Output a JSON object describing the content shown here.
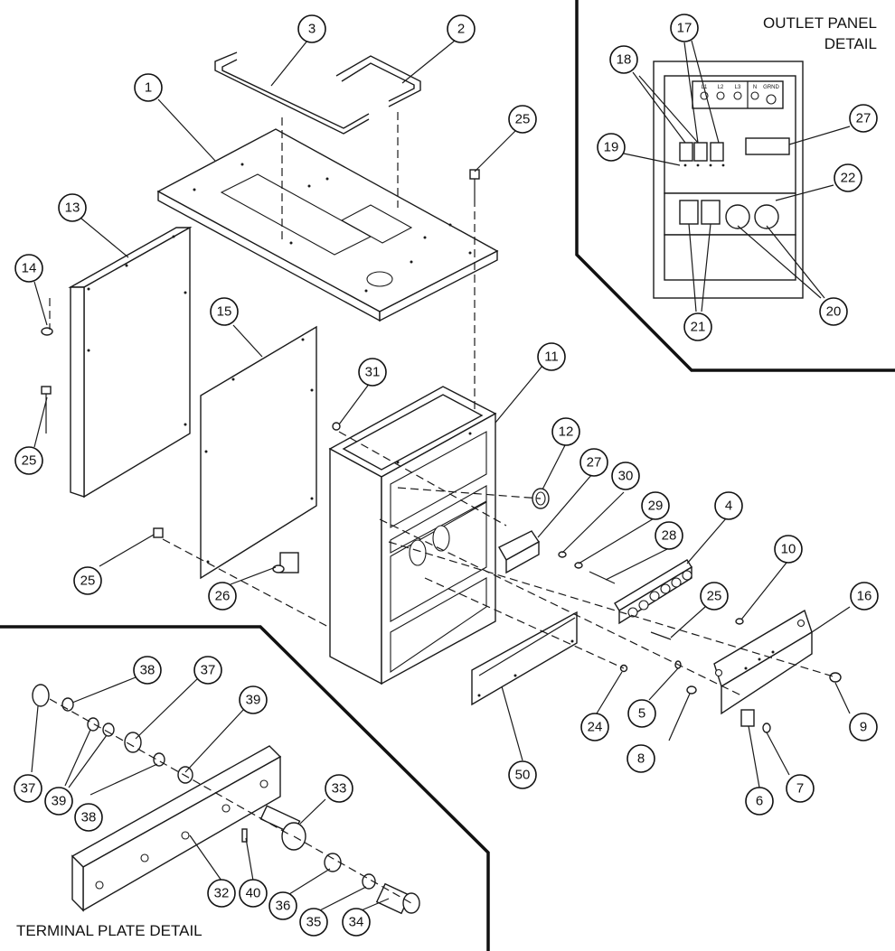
{
  "outlet_panel": {
    "title_line1": "OUTLET PANEL",
    "title_line2": "DETAIL",
    "gauge_labels": [
      "L1",
      "L2",
      "L3",
      "N"
    ],
    "ground_label": "GRND"
  },
  "terminal_plate": {
    "title": "TERMINAL PLATE DETAIL"
  },
  "callouts": [
    {
      "id": "c1",
      "label": "1"
    },
    {
      "id": "c2",
      "label": "2"
    },
    {
      "id": "c3",
      "label": "3"
    },
    {
      "id": "c25a",
      "label": "25"
    },
    {
      "id": "c13",
      "label": "13"
    },
    {
      "id": "c14",
      "label": "14"
    },
    {
      "id": "c25b",
      "label": "25"
    },
    {
      "id": "c15",
      "label": "15"
    },
    {
      "id": "c31",
      "label": "31"
    },
    {
      "id": "c11",
      "label": "11"
    },
    {
      "id": "c12",
      "label": "12"
    },
    {
      "id": "c27a",
      "label": "27"
    },
    {
      "id": "c30",
      "label": "30"
    },
    {
      "id": "c29",
      "label": "29"
    },
    {
      "id": "c4",
      "label": "4"
    },
    {
      "id": "c28",
      "label": "28"
    },
    {
      "id": "c25c",
      "label": "25"
    },
    {
      "id": "c26",
      "label": "26"
    },
    {
      "id": "c10",
      "label": "10"
    },
    {
      "id": "c16",
      "label": "16"
    },
    {
      "id": "c25d",
      "label": "25"
    },
    {
      "id": "c9",
      "label": "9"
    },
    {
      "id": "c24",
      "label": "24"
    },
    {
      "id": "c5",
      "label": "5"
    },
    {
      "id": "c8",
      "label": "8"
    },
    {
      "id": "c50",
      "label": "50"
    },
    {
      "id": "c6",
      "label": "6"
    },
    {
      "id": "c7",
      "label": "7"
    },
    {
      "id": "c17",
      "label": "17"
    },
    {
      "id": "c18",
      "label": "18"
    },
    {
      "id": "c19",
      "label": "19"
    },
    {
      "id": "c27b",
      "label": "27"
    },
    {
      "id": "c22",
      "label": "22"
    },
    {
      "id": "c20",
      "label": "20"
    },
    {
      "id": "c21",
      "label": "21"
    },
    {
      "id": "c38a",
      "label": "38"
    },
    {
      "id": "c37a",
      "label": "37"
    },
    {
      "id": "c39a",
      "label": "39"
    },
    {
      "id": "c37b",
      "label": "37"
    },
    {
      "id": "c39b",
      "label": "39"
    },
    {
      "id": "c38b",
      "label": "38"
    },
    {
      "id": "c33",
      "label": "33"
    },
    {
      "id": "c32",
      "label": "32"
    },
    {
      "id": "c40",
      "label": "40"
    },
    {
      "id": "c36",
      "label": "36"
    },
    {
      "id": "c35",
      "label": "35"
    },
    {
      "id": "c34",
      "label": "34"
    }
  ]
}
